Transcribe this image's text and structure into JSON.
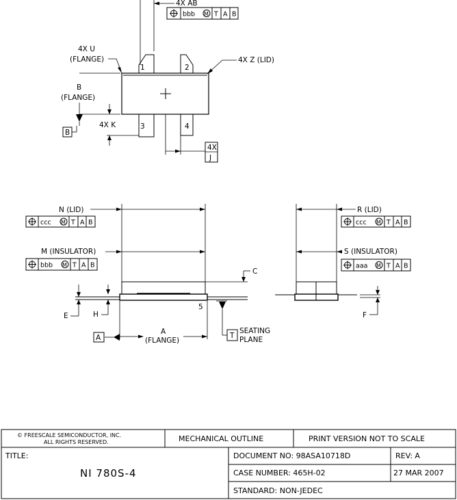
{
  "top_view": {
    "ab_label": "4X AB",
    "fcf_ab": [
      "bbb",
      "T",
      "A",
      "B"
    ],
    "u_label_1": "4X U",
    "u_label_2": "(FLANGE)",
    "b_label_1": "B",
    "b_label_2": "(FLANGE)",
    "z_label": "4X Z (LID)",
    "k_label": "4X K",
    "datum_b": "B",
    "j_label_1": "4X",
    "j_label_2": "J",
    "pins": [
      "1",
      "2",
      "3",
      "4"
    ]
  },
  "front_view": {
    "n_label": "N (LID)",
    "fcf_n": [
      "ccc",
      "T",
      "A",
      "B"
    ],
    "m_label": "M (INSULATOR)",
    "fcf_m": [
      "bbb",
      "T",
      "A",
      "B"
    ],
    "c_label": "C",
    "e_label": "E",
    "h_label": "H",
    "pin5_label": "5",
    "datum_a": "A",
    "a_label_1": "A",
    "a_label_2": "(FLANGE)",
    "datum_t": "T",
    "seating_1": "SEATING",
    "seating_2": "PLANE"
  },
  "side_view": {
    "r_label": "R (LID)",
    "fcf_r": [
      "ccc",
      "T",
      "A",
      "B"
    ],
    "s_label": "S (INSULATOR)",
    "fcf_s": [
      "aaa",
      "T",
      "A",
      "B"
    ],
    "f_label": "F"
  },
  "title_block": {
    "copyright_1": "© FREESCALE SEMICONDUCTOR, INC.",
    "copyright_2": "ALL RIGHTS RESERVED.",
    "mechanical_outline": "MECHANICAL OUTLINE",
    "print_version": "PRINT VERSION NOT TO SCALE",
    "title_label": "TITLE:",
    "title": "NI 780S-4",
    "document_no": "DOCUMENT NO: 98ASA10718D",
    "rev": "REV: A",
    "case_number": "CASE NUMBER: 465H-02",
    "date": "27 MAR 2007",
    "standard": "STANDARD: NON-JEDEC"
  }
}
